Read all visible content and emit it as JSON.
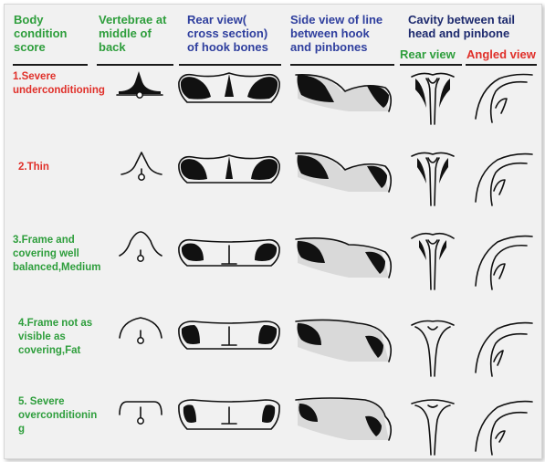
{
  "headers": {
    "score": "Body\ncondition\nscore",
    "vertebrae": "Vertebrae at\nmiddle of\nback",
    "rear": "Rear view(\ncross section)\nof hook bones",
    "side": "Side view of line\nbetween hook\nand pinbones",
    "cavity": "Cavity between tail\nhead and pinbone",
    "cavity_rear": "Rear view",
    "cavity_angled": "Angled view"
  },
  "rows": [
    {
      "label": "1.Severe\nunderconditioning",
      "color": "#e0302a"
    },
    {
      "label": "2.Thin",
      "color": "#e0302a"
    },
    {
      "label": "3.Frame and\ncovering well\nbalanced,Medium",
      "color": "#2e9e3c"
    },
    {
      "label": "4.Frame not as\nvisible as\ncovering,Fat",
      "color": "#2e9e3c"
    },
    {
      "label": "5. Severe\noverconditionin\ng",
      "color": "#2e9e3c"
    }
  ]
}
